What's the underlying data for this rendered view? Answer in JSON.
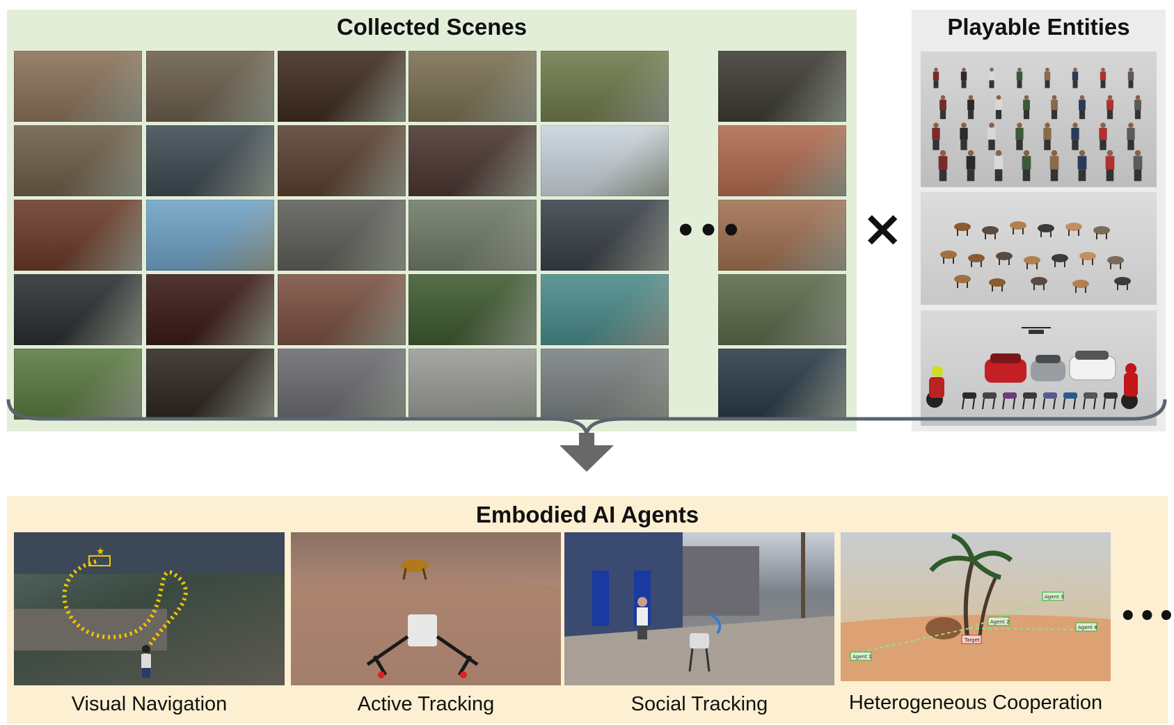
{
  "scenes_panel": {
    "title": "Collected Scenes",
    "ellipsis": "•••",
    "thumbnail_colors": [
      [
        "#8a7158",
        "#6b5e4c",
        "#3e2a1e",
        "#7a6f52",
        "#6f7a4a",
        "#3c3a33"
      ],
      [
        "#6e5e48",
        "#3e4a52",
        "#5a4030",
        "#4a3530",
        "#c9d3db",
        "#b06a4e"
      ],
      [
        "#6a3a28",
        "#6fa2c6",
        "#5d5d58",
        "#6f7a68",
        "#3a4048",
        "#a07050"
      ],
      [
        "#2a2e30",
        "#3a1a18",
        "#7a5040",
        "#3e5a30",
        "#4a8a8a",
        "#5a6a4a"
      ],
      [
        "#5a7a40",
        "#2e2620",
        "#6a6a70",
        "#9a9a98",
        "#7a8080",
        "#2a3a48"
      ]
    ]
  },
  "entities_panel": {
    "title": "Playable Entities",
    "images": [
      "humans",
      "animals",
      "vehicles-robots-drones"
    ]
  },
  "operator": "×",
  "agents_panel": {
    "title": "Embodied AI Agents",
    "ellipsis": "•••",
    "tasks": [
      {
        "caption": "Visual Navigation"
      },
      {
        "caption": "Active Tracking"
      },
      {
        "caption": "Social Tracking"
      },
      {
        "caption": "Heterogeneous Cooperation",
        "labels": [
          "Agent 1",
          "Agent 2",
          "Agent 3",
          "Agent 4",
          "Target"
        ]
      }
    ]
  }
}
